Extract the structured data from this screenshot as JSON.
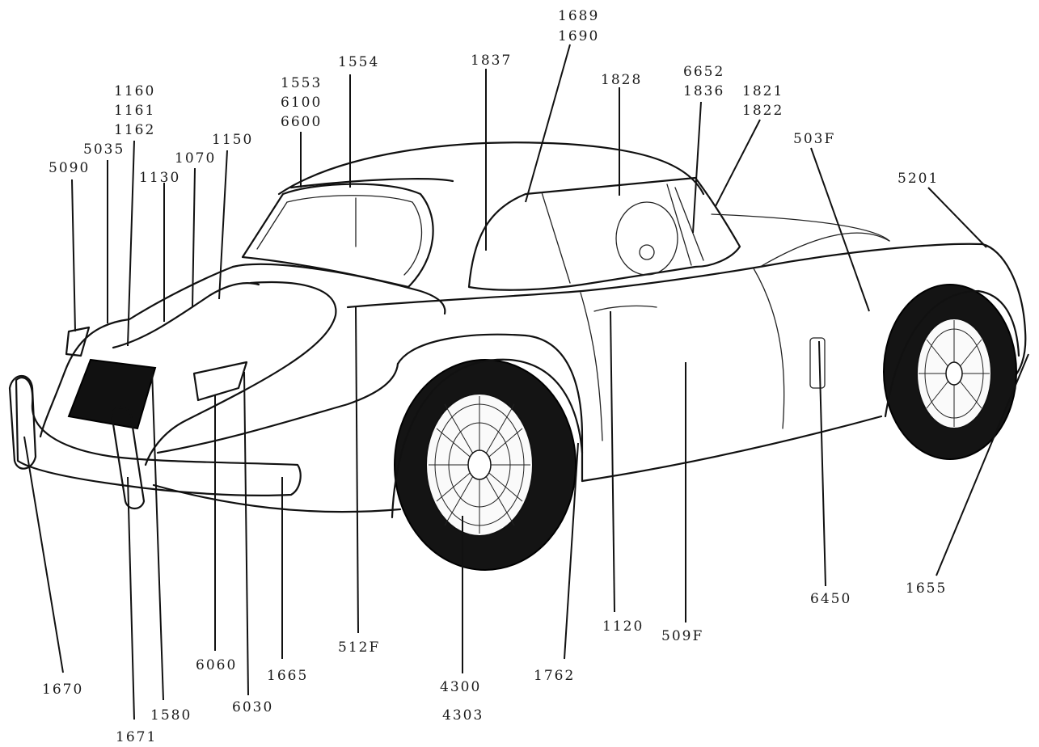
{
  "labels": [
    {
      "id": "1689",
      "text": "1689"
    },
    {
      "id": "1690",
      "text": "1690"
    },
    {
      "id": "1554",
      "text": "1554"
    },
    {
      "id": "1837",
      "text": "1837"
    },
    {
      "id": "1828",
      "text": "1828"
    },
    {
      "id": "6652",
      "text": "6652"
    },
    {
      "id": "1553",
      "text": "1553"
    },
    {
      "id": "6100",
      "text": "6100"
    },
    {
      "id": "6600",
      "text": "6600"
    },
    {
      "id": "1836",
      "text": "1836"
    },
    {
      "id": "1821",
      "text": "1821"
    },
    {
      "id": "1822",
      "text": "1822"
    },
    {
      "id": "1160",
      "text": "1160"
    },
    {
      "id": "1161",
      "text": "1161"
    },
    {
      "id": "1162",
      "text": "1162"
    },
    {
      "id": "1150",
      "text": "1150"
    },
    {
      "id": "5035",
      "text": "5035"
    },
    {
      "id": "1070",
      "text": "1070"
    },
    {
      "id": "503F",
      "text": "503F"
    },
    {
      "id": "5090",
      "text": "5090"
    },
    {
      "id": "1130",
      "text": "1130"
    },
    {
      "id": "5201",
      "text": "5201"
    },
    {
      "id": "6450",
      "text": "6450"
    },
    {
      "id": "1655",
      "text": "1655"
    },
    {
      "id": "1120",
      "text": "1120"
    },
    {
      "id": "509F",
      "text": "509F"
    },
    {
      "id": "512F",
      "text": "512F"
    },
    {
      "id": "6060",
      "text": "6060"
    },
    {
      "id": "1665",
      "text": "1665"
    },
    {
      "id": "1762",
      "text": "1762"
    },
    {
      "id": "1670",
      "text": "1670"
    },
    {
      "id": "4300",
      "text": "4300"
    },
    {
      "id": "6030",
      "text": "6030"
    },
    {
      "id": "4303",
      "text": "4303"
    },
    {
      "id": "1580",
      "text": "1580"
    },
    {
      "id": "1671",
      "text": "1671"
    }
  ]
}
